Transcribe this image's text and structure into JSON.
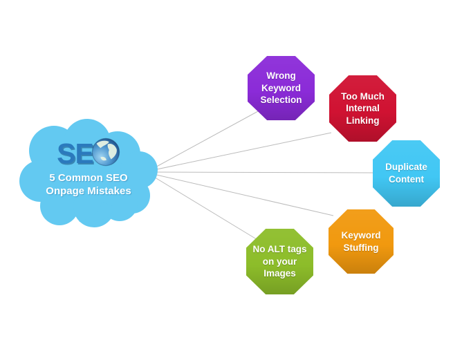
{
  "cloud": {
    "color": "#63C9F1",
    "logo_text": "SE",
    "logo_color": "#2B7ABD",
    "title": "5 Common SEO\nOnpage Mistakes",
    "title_color": "#FFFFFF"
  },
  "connectors": {
    "color": "#BBBBBB"
  },
  "nodes": [
    {
      "label": "Wrong\nKeyword\nSelection",
      "color": "#8B2BD8"
    },
    {
      "label": "Too Much\nInternal\nLinking",
      "color": "#D01232"
    },
    {
      "label": "Duplicate\nContent",
      "color": "#41C7F4"
    },
    {
      "label": "Keyword\nStuffing",
      "color": "#F1990F"
    },
    {
      "label": "No ALT tags\non your\nImages",
      "color": "#8DBD2A"
    }
  ]
}
